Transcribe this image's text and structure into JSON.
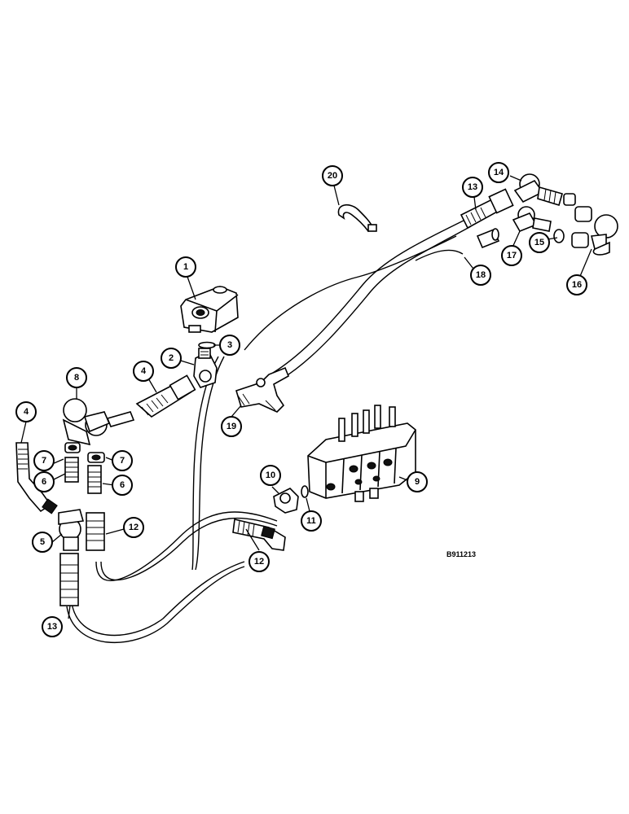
{
  "diagram": {
    "reference_code": "B911213",
    "callouts": [
      {
        "id": "c1",
        "label": "1"
      },
      {
        "id": "c2",
        "label": "2"
      },
      {
        "id": "c3",
        "label": "3"
      },
      {
        "id": "c4a",
        "label": "4"
      },
      {
        "id": "c4b",
        "label": "4"
      },
      {
        "id": "c5",
        "label": "5"
      },
      {
        "id": "c6a",
        "label": "6"
      },
      {
        "id": "c6b",
        "label": "6"
      },
      {
        "id": "c7a",
        "label": "7"
      },
      {
        "id": "c7b",
        "label": "7"
      },
      {
        "id": "c8",
        "label": "8"
      },
      {
        "id": "c9",
        "label": "9"
      },
      {
        "id": "c10",
        "label": "10"
      },
      {
        "id": "c11",
        "label": "11"
      },
      {
        "id": "c12a",
        "label": "12"
      },
      {
        "id": "c12b",
        "label": "12"
      },
      {
        "id": "c13a",
        "label": "13"
      },
      {
        "id": "c13b",
        "label": "13"
      },
      {
        "id": "c14",
        "label": "14"
      },
      {
        "id": "c15",
        "label": "15"
      },
      {
        "id": "c16",
        "label": "16"
      },
      {
        "id": "c17",
        "label": "17"
      },
      {
        "id": "c18",
        "label": "18"
      },
      {
        "id": "c19",
        "label": "19"
      },
      {
        "id": "c20",
        "label": "20"
      }
    ]
  }
}
